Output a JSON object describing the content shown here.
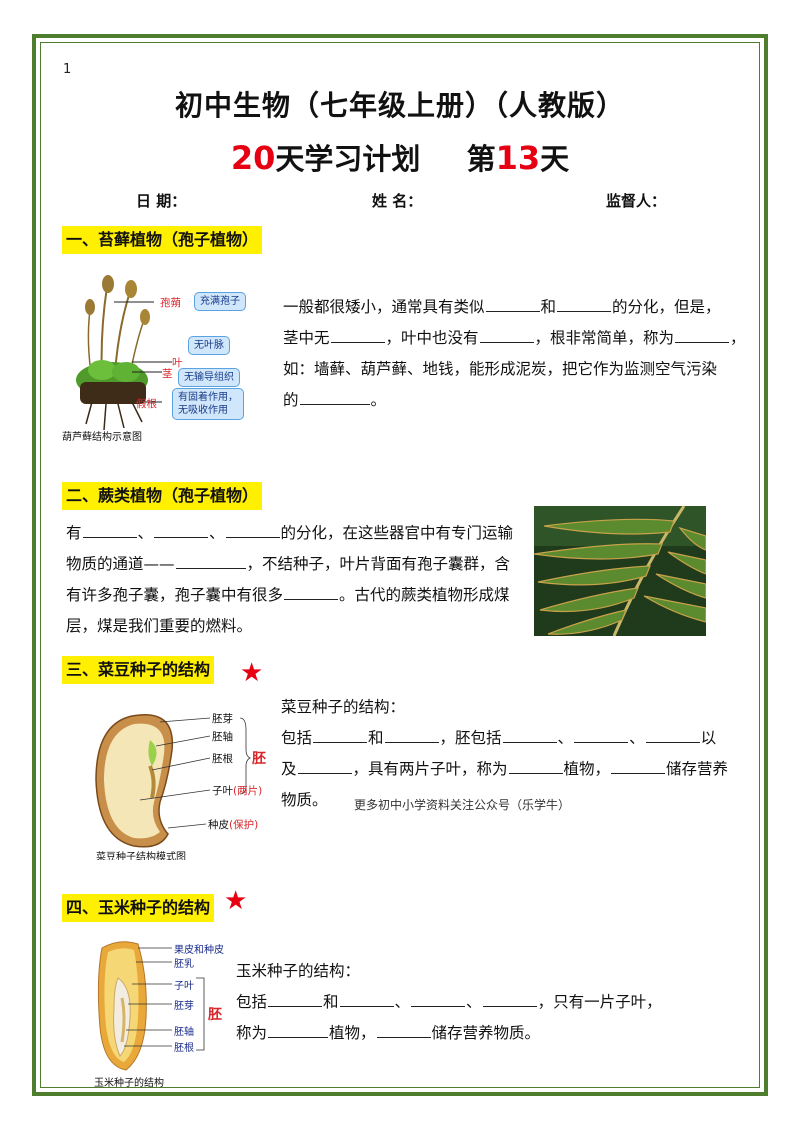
{
  "page": {
    "number": "1"
  },
  "header": {
    "title": "初中生物（七年级上册）（人教版）",
    "plan_num": "20",
    "plan_text": "天学习计划",
    "day_prefix": "第",
    "day_num": "13",
    "day_suffix": "天"
  },
  "meta": {
    "date": "日  期：",
    "name": "姓  名：",
    "supervisor": "监督人："
  },
  "s1": {
    "heading": "一、苔藓植物（孢子植物）",
    "t1": "一般都很矮小，通常具有类似",
    "t2": "和",
    "t3": "的分化，但是，",
    "t4": "茎中无",
    "t5": "，叶中也没有",
    "t6": "，根非常简单，称为",
    "t7": "，",
    "t8": "如：墙藓、葫芦藓、地钱，能形成泥炭，把它作为监测空气污染",
    "t9": "的",
    "t10": "。",
    "img": {
      "label_capsule": "孢蒴",
      "label_leaf": "叶",
      "label_stem": "茎",
      "label_rhizoid": "假根",
      "c1": "充满孢子",
      "c2": "无叶脉",
      "c3": "无输导组织",
      "c4a": "有固着作用，",
      "c4b": "无吸收作用",
      "caption": "葫芦藓结构示意图"
    }
  },
  "s2": {
    "heading": "二、蕨类植物（孢子植物）",
    "t1": "有",
    "t2": "、",
    "t3": "、",
    "t4": "的分化，在这些器官中有专门运输",
    "t5": "物质的通道——",
    "t6": "，不结种子，叶片背面有孢子囊群，含",
    "t7": "有许多孢子囊，孢子囊中有很多",
    "t8": "。古代的蕨类植物形成煤",
    "t9": "层，煤是我们重要的燃料。"
  },
  "s3": {
    "heading": "三、菜豆种子的结构",
    "star": "★",
    "intro": "菜豆种子的结构：",
    "t1": "包括",
    "t2": "和",
    "t3": "，胚包括",
    "t4": "、",
    "t5": "、",
    "t6": "以",
    "t7": "及",
    "t8": "，具有两片子叶，称为",
    "t9": "植物，",
    "t10": "储存营养",
    "t11": "物质。",
    "ad": "更多初中小学资料关注公众号（乐学牛）",
    "img": {
      "l1": "胚芽",
      "l2": "胚轴",
      "l3": "胚根",
      "l4": "子叶",
      "l4b": "(两片)",
      "l5": "种皮",
      "l5b": "(保护)",
      "embryo": "胚",
      "caption": "菜豆种子结构模式图"
    }
  },
  "s4": {
    "heading": "四、玉米种子的结构",
    "star": "★",
    "intro": "玉米种子的结构：",
    "t1": "包括",
    "t2": "和",
    "t3": "、",
    "t4": "、",
    "t5": "，只有一片子叶，",
    "t6": "称为",
    "t7": "植物，",
    "t8": "储存营养物质。",
    "img": {
      "l1": "果皮和种皮",
      "l2": "胚乳",
      "l3": "子叶",
      "l4": "胚芽",
      "l5": "胚轴",
      "l6": "胚根",
      "embryo": "胚",
      "caption": "玉米种子的结构"
    }
  }
}
